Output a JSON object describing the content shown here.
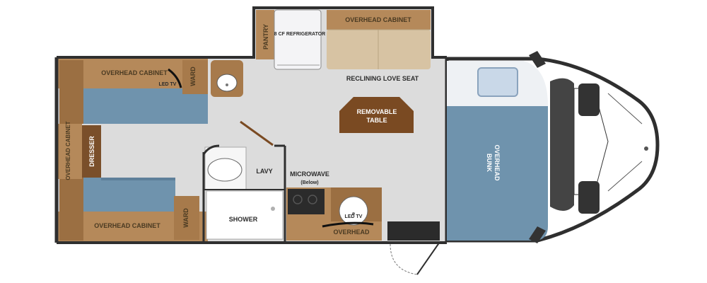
{
  "labels": {
    "pantry": "PANTRY",
    "refrigerator": "8 CF REFRIGERATOR",
    "overhead_cabinet_top": "OVERHEAD CABINET",
    "overhead_cabinet_rear_top": "OVERHEAD CABINET",
    "led_tv_rear": "LED TV",
    "ward_top": "WARD",
    "reclining_love_seat": "RECLINING LOVE SEAT",
    "removable_table_line1": "REMOVABLE",
    "removable_table_line2": "TABLE",
    "overhead_cabinet_side": "OVERHEAD CABINET",
    "dresser": "DRESSER",
    "lavy": "LAVY",
    "microwave": "MICROWAVE",
    "microwave_note": "(Below)",
    "shower": "SHOWER",
    "led_tv_kitchen": "LED TV",
    "overhead": "OVERHEAD",
    "overhead_cabinet_bottom": "OVERHEAD CABINET",
    "ward_bottom": "WARD",
    "overhead_bunk_line1": "OVERHEAD",
    "overhead_bunk_line2": "BUNK"
  },
  "colors": {
    "floor": "#dcdcdc",
    "wall": "#2f2f2f",
    "cabinet": "#b5895a",
    "cabinet_dark": "#7a4f2a",
    "bed": "#6f93ad",
    "bunk": "#6f93ad",
    "sofa": "#d7c3a3",
    "table": "#7a4a22"
  }
}
